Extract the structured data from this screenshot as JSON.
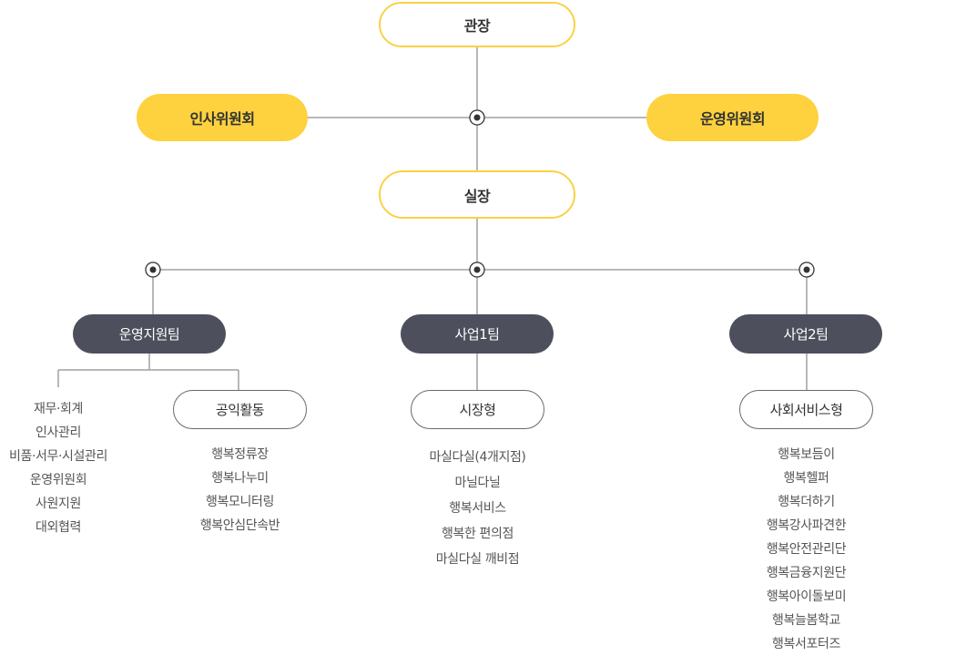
{
  "top": {
    "director": "관장",
    "committees": [
      "인사위원회",
      "운영위원회"
    ],
    "manager": "실장"
  },
  "teams": [
    {
      "name": "운영지원팀",
      "tasks": [
        "재무·회계",
        "인사관리",
        "비품·서무·시설관리",
        "운영위원회",
        "사원지원",
        "대외협력"
      ],
      "sub_unit": "공익활동",
      "sub_items": [
        "행복정류장",
        "행복나누미",
        "행복모니터링",
        "행복안심단속반"
      ]
    },
    {
      "name": "사업1팀",
      "sub_unit": "시장형",
      "sub_items": [
        "마실다실(4개지점)",
        "마닐다닐",
        "행복서비스",
        "행복한 편의점",
        "마실다실 깨비점"
      ]
    },
    {
      "name": "사업2팀",
      "sub_unit": "사회서비스형",
      "sub_items": [
        "행복보듬이",
        "행복헬퍼",
        "행복더하기",
        "행복강사파견한",
        "행복안전관리단",
        "행복금융지원단",
        "행복아이돌보미",
        "행복늘봄학교",
        "행복서포터즈"
      ]
    }
  ],
  "colors": {
    "accent_yellow": "#fdd23e",
    "team_dark": "#4d4f5c",
    "line_gray": "#9a9a9a"
  }
}
